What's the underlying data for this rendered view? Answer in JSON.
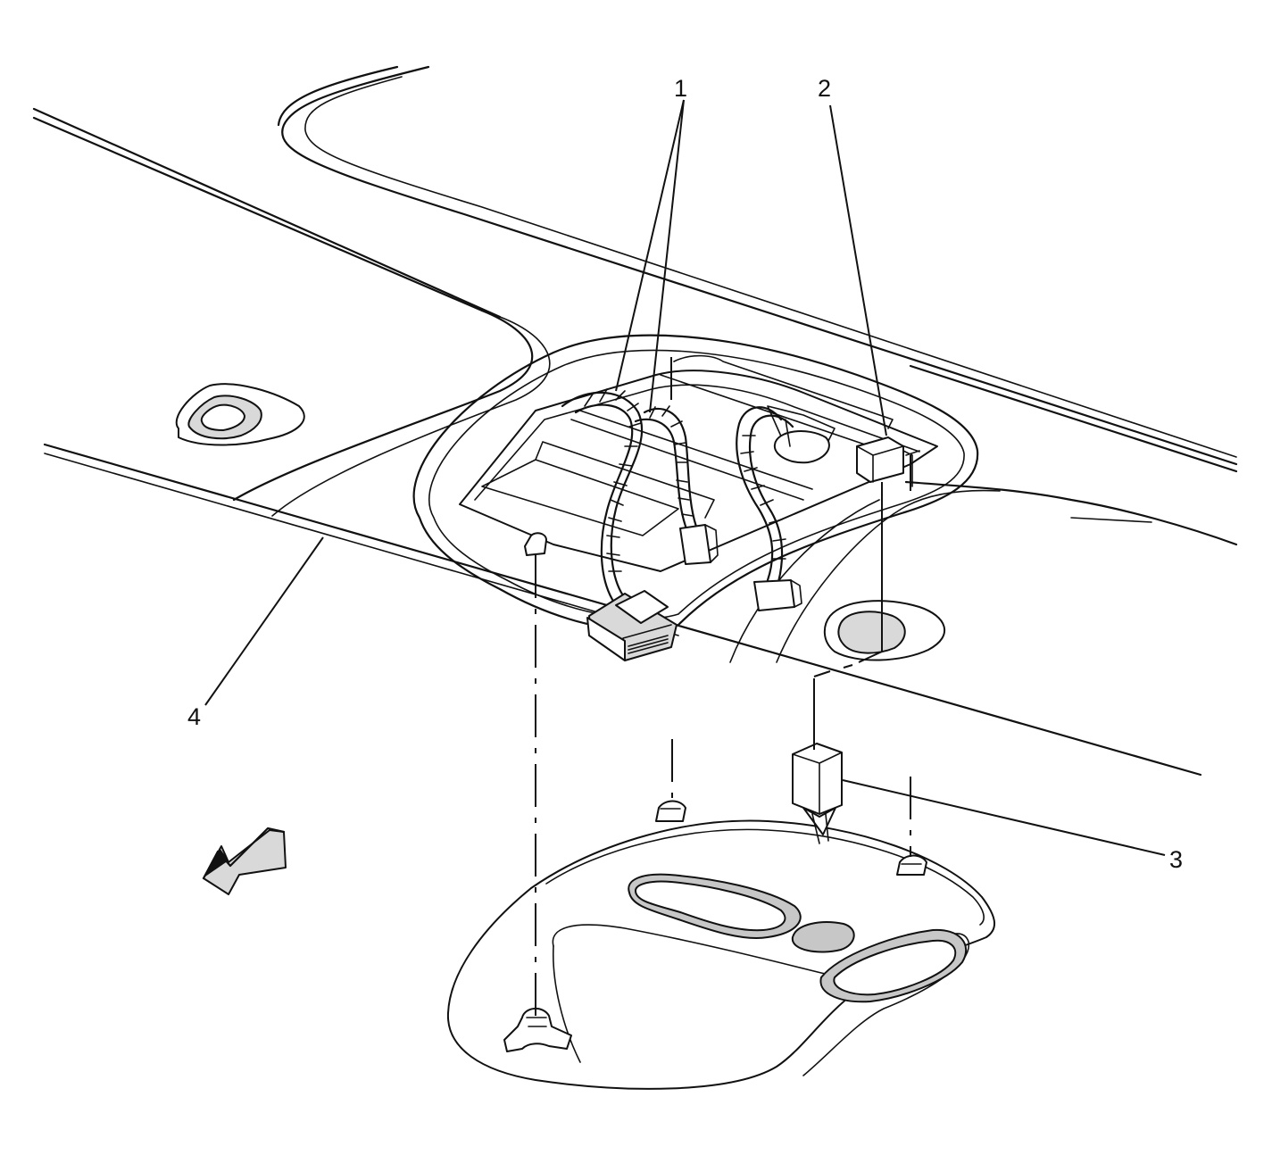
{
  "callouts": [
    {
      "id": "1",
      "label": "1"
    },
    {
      "id": "2",
      "label": "2"
    },
    {
      "id": "3",
      "label": "3"
    },
    {
      "id": "4",
      "label": "4"
    }
  ],
  "colors": {
    "line": "#111111",
    "panel_shade": "#d9d9d9",
    "background": "#ffffff"
  }
}
